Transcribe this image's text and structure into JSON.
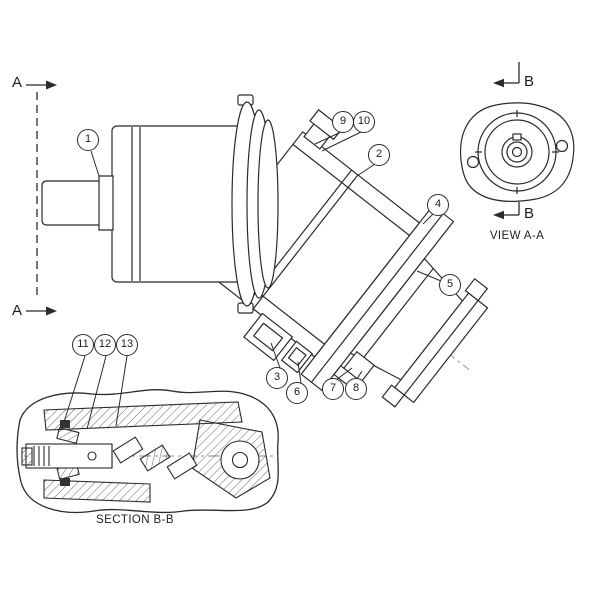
{
  "colors": {
    "background": "#ffffff",
    "line": "#2b2b2b"
  },
  "labels": {
    "section_a_top": "A",
    "section_a_bottom": "A",
    "section_b_top": "B",
    "section_b_bottom": "B",
    "view_aa": "VIEW A-A",
    "section_bb": "SECTION B-B"
  },
  "callouts": [
    "1",
    "2",
    "3",
    "4",
    "5",
    "6",
    "7",
    "8",
    "9",
    "10",
    "11",
    "12",
    "13"
  ]
}
